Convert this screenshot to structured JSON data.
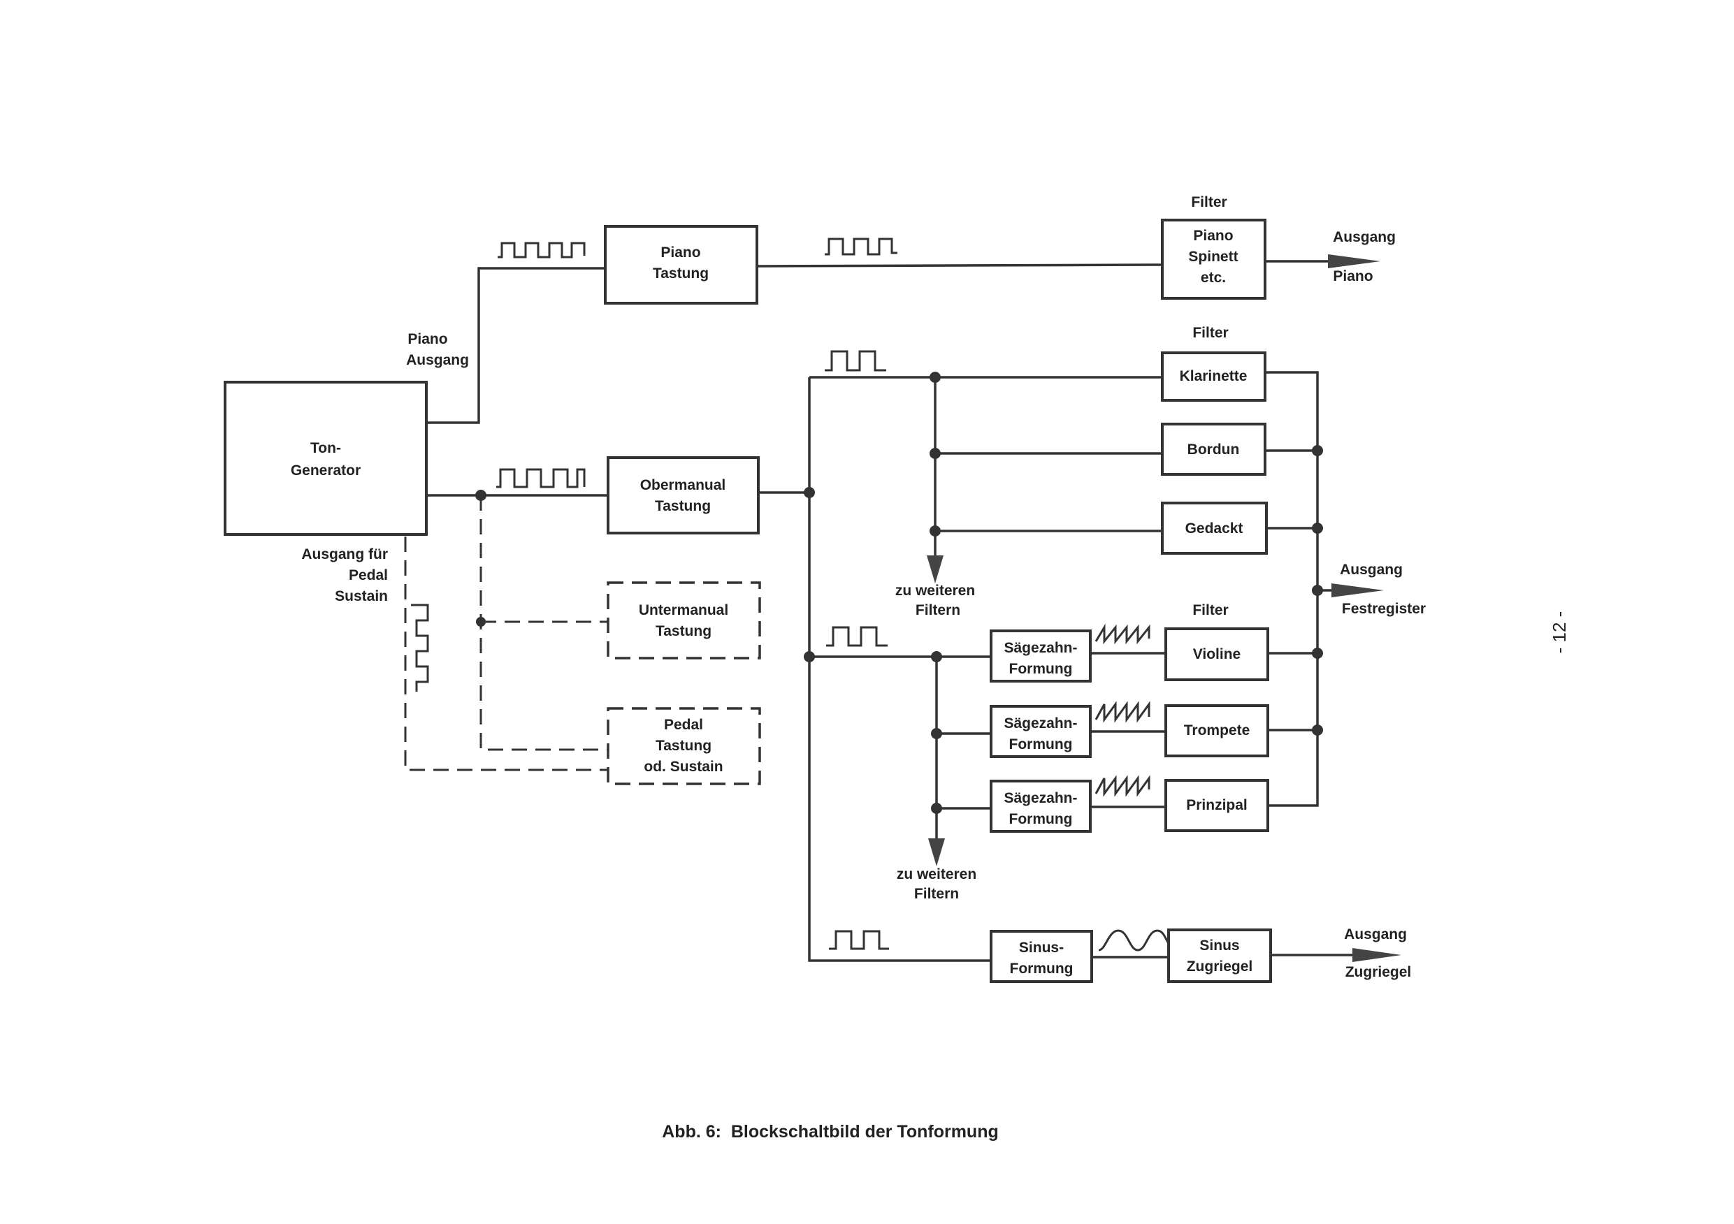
{
  "blocks": {
    "ton_generator": [
      "Ton-",
      "Generator"
    ],
    "piano_tastung": [
      "Piano",
      "Tastung"
    ],
    "piano_filter": [
      "Piano",
      "Spinett",
      "etc."
    ],
    "obermanual_tastung": [
      "Obermanual",
      "Tastung"
    ],
    "untermanual_tastung": [
      "Untermanual",
      "Tastung"
    ],
    "pedal_tastung": [
      "Pedal",
      "Tastung",
      "od. Sustain"
    ],
    "klarinette": "Klarinette",
    "bordun": "Bordun",
    "gedackt": "Gedackt",
    "saegezahn_1": [
      "Sägezahn-",
      "Formung"
    ],
    "saegezahn_2": [
      "Sägezahn-",
      "Formung"
    ],
    "saegezahn_3": [
      "Sägezahn-",
      "Formung"
    ],
    "violine": "Violine",
    "trompete": "Trompete",
    "prinzipal": "Prinzipal",
    "sinus_formung": [
      "Sinus-",
      "Formung"
    ],
    "sinus_zugriegel": [
      "Sinus",
      "Zugriegel"
    ]
  },
  "labels": {
    "filter_top": "Filter",
    "filter_mid": "Filter",
    "filter_low": "Filter",
    "piano_ausgang": [
      "Piano",
      "Ausgang"
    ],
    "ausgang_pedal": [
      "Ausgang für",
      "Pedal",
      "Sustain"
    ],
    "out_piano": [
      "Ausgang",
      "Piano"
    ],
    "out_fest": [
      "Ausgang",
      "Festregister"
    ],
    "out_zug": [
      "Ausgang",
      "Zugriegel"
    ],
    "zu_weiteren_1": [
      "zu weiteren",
      "Filtern"
    ],
    "zu_weiteren_2": [
      "zu weiteren",
      "Filtern"
    ]
  },
  "caption": "Abb. 6:  Blockschaltbild der Tonformung",
  "page_number": "- 12 -"
}
